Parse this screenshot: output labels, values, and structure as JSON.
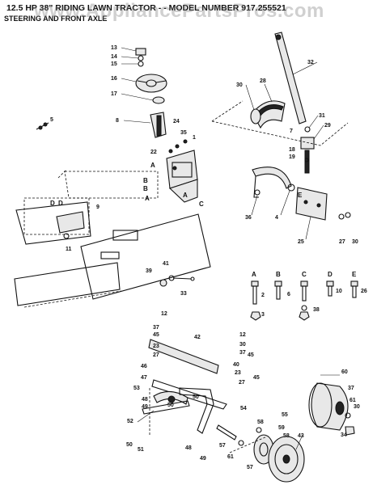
{
  "header": {
    "title": "12.5 HP 38\" RIDING LAWN TRACTOR  - - MODEL NUMBER 917.255521",
    "subtitle": "STEERING AND FRONT AXLE",
    "watermark": "www.AppliancePartsPros.com"
  },
  "callouts": [
    "13",
    "14",
    "15",
    "16",
    "17",
    "8",
    "5",
    "24",
    "35",
    "22",
    "1",
    "9",
    "11",
    "32",
    "28",
    "30",
    "31",
    "29",
    "7",
    "18",
    "19",
    "36",
    "4",
    "25",
    "27",
    "30",
    "6",
    "2",
    "10",
    "26",
    "38",
    "3",
    "39",
    "41",
    "33",
    "12",
    "37",
    "45",
    "23",
    "27",
    "42",
    "12",
    "30",
    "37",
    "45",
    "40",
    "23",
    "45",
    "27",
    "46",
    "47",
    "53",
    "48",
    "49",
    "50",
    "50",
    "52",
    "50",
    "51",
    "54",
    "48",
    "49",
    "58",
    "55",
    "59",
    "58",
    "57",
    "61",
    "57",
    "43",
    "60",
    "37",
    "61",
    "30",
    "34"
  ],
  "hardware_letters": [
    "A",
    "B",
    "C",
    "D",
    "E"
  ],
  "assembly_letters": [
    "A",
    "B",
    "B",
    "A",
    "A",
    "C",
    "D",
    "D",
    "E"
  ]
}
